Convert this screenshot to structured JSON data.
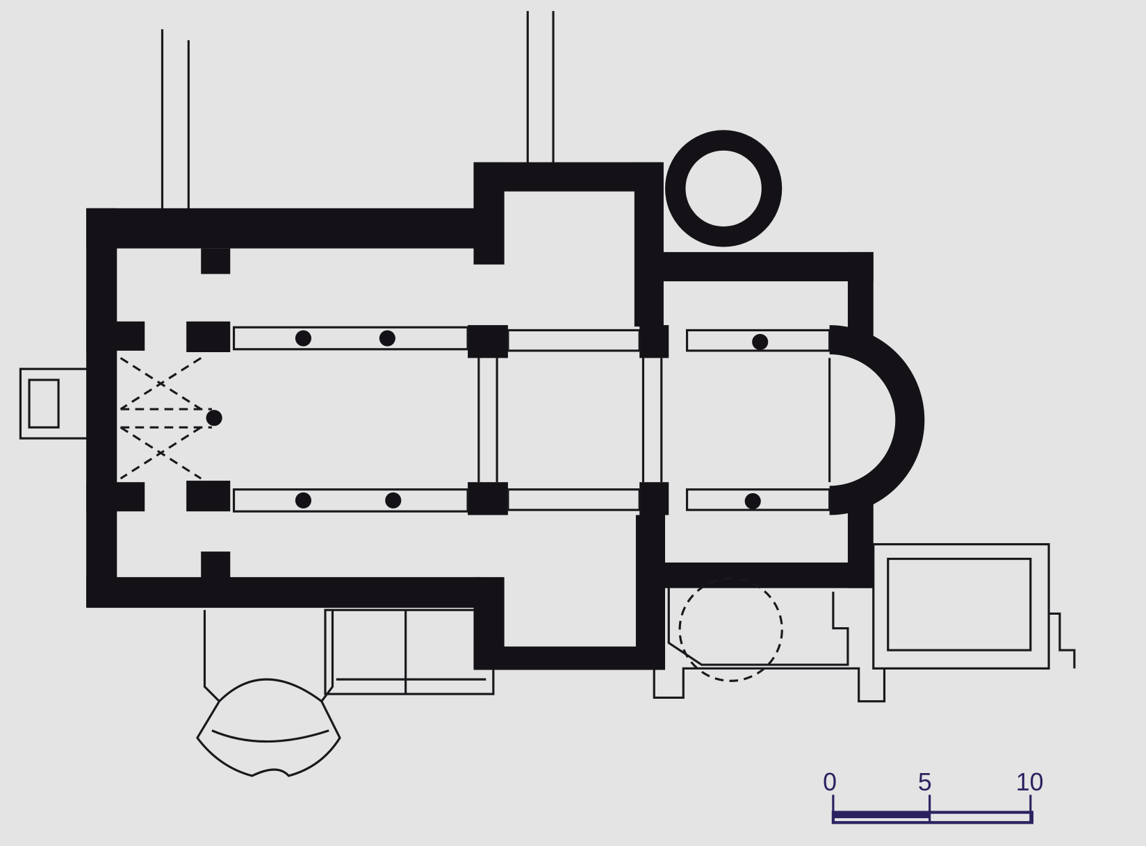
{
  "plan": {
    "wall_color": "#141216",
    "background_color": "#e3e4e3"
  },
  "scale_bar": {
    "labels": [
      "0",
      "5",
      "10"
    ],
    "ink_color": "#2a2260"
  }
}
